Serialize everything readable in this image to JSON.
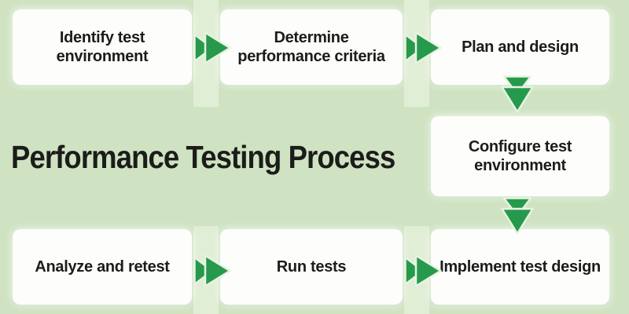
{
  "diagram": {
    "title": "Performance Testing Process",
    "steps": [
      {
        "id": 1,
        "label": "Identify test environment"
      },
      {
        "id": 2,
        "label": "Determine performance criteria"
      },
      {
        "id": 3,
        "label": "Plan and design"
      },
      {
        "id": 4,
        "label": "Configure test environment"
      },
      {
        "id": 5,
        "label": "Implement test design"
      },
      {
        "id": 6,
        "label": "Run tests"
      },
      {
        "id": 7,
        "label": "Analyze and retest"
      }
    ],
    "connections": [
      {
        "from": "Identify test environment",
        "to": "Determine performance criteria",
        "arrow": "double-chevron-right"
      },
      {
        "from": "Determine performance criteria",
        "to": "Plan and design",
        "arrow": "double-chevron-right"
      },
      {
        "from": "Plan and design",
        "to": "Configure test environment",
        "arrow": "double-chevron-down"
      },
      {
        "from": "Configure test environment",
        "to": "Implement test design",
        "arrow": "double-chevron-down"
      },
      {
        "from": "Analyze and retest",
        "to": "Run tests",
        "arrow": "double-chevron-right"
      },
      {
        "from": "Run tests",
        "to": "Implement test design",
        "arrow": "double-chevron-right"
      }
    ]
  },
  "colors": {
    "background": "#cfe3c2",
    "gap_stripe": "#e1eed6",
    "box_background": "#fdfefc",
    "arrow_green": "#27994d",
    "arrow_outline": "#e7f3e0",
    "text": "#1c1c1a"
  }
}
